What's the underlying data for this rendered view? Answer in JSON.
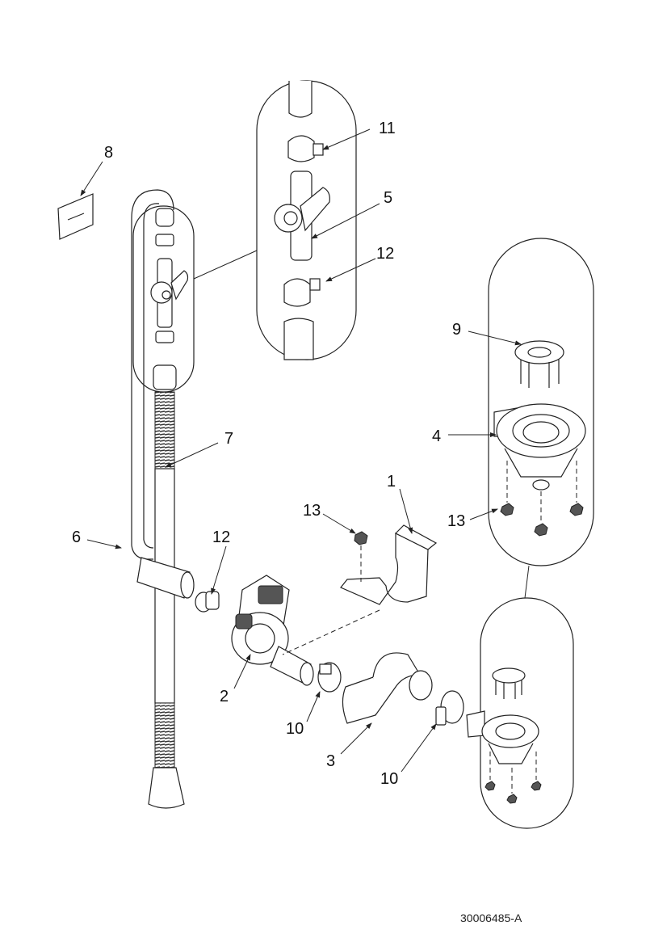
{
  "diagram": {
    "type": "exploded parts diagram",
    "document_number": "30006485-A",
    "callouts": [
      {
        "id": "c11",
        "label": "11"
      },
      {
        "id": "c8",
        "label": "8"
      },
      {
        "id": "c5",
        "label": "5"
      },
      {
        "id": "c12a",
        "label": "12"
      },
      {
        "id": "c9",
        "label": "9"
      },
      {
        "id": "c7",
        "label": "7"
      },
      {
        "id": "c4",
        "label": "4"
      },
      {
        "id": "c1",
        "label": "1"
      },
      {
        "id": "c13a",
        "label": "13"
      },
      {
        "id": "c13b",
        "label": "13"
      },
      {
        "id": "c6",
        "label": "6"
      },
      {
        "id": "c12b",
        "label": "12"
      },
      {
        "id": "c2",
        "label": "2"
      },
      {
        "id": "c10a",
        "label": "10"
      },
      {
        "id": "c3",
        "label": "3"
      },
      {
        "id": "c10b",
        "label": "10"
      }
    ]
  }
}
